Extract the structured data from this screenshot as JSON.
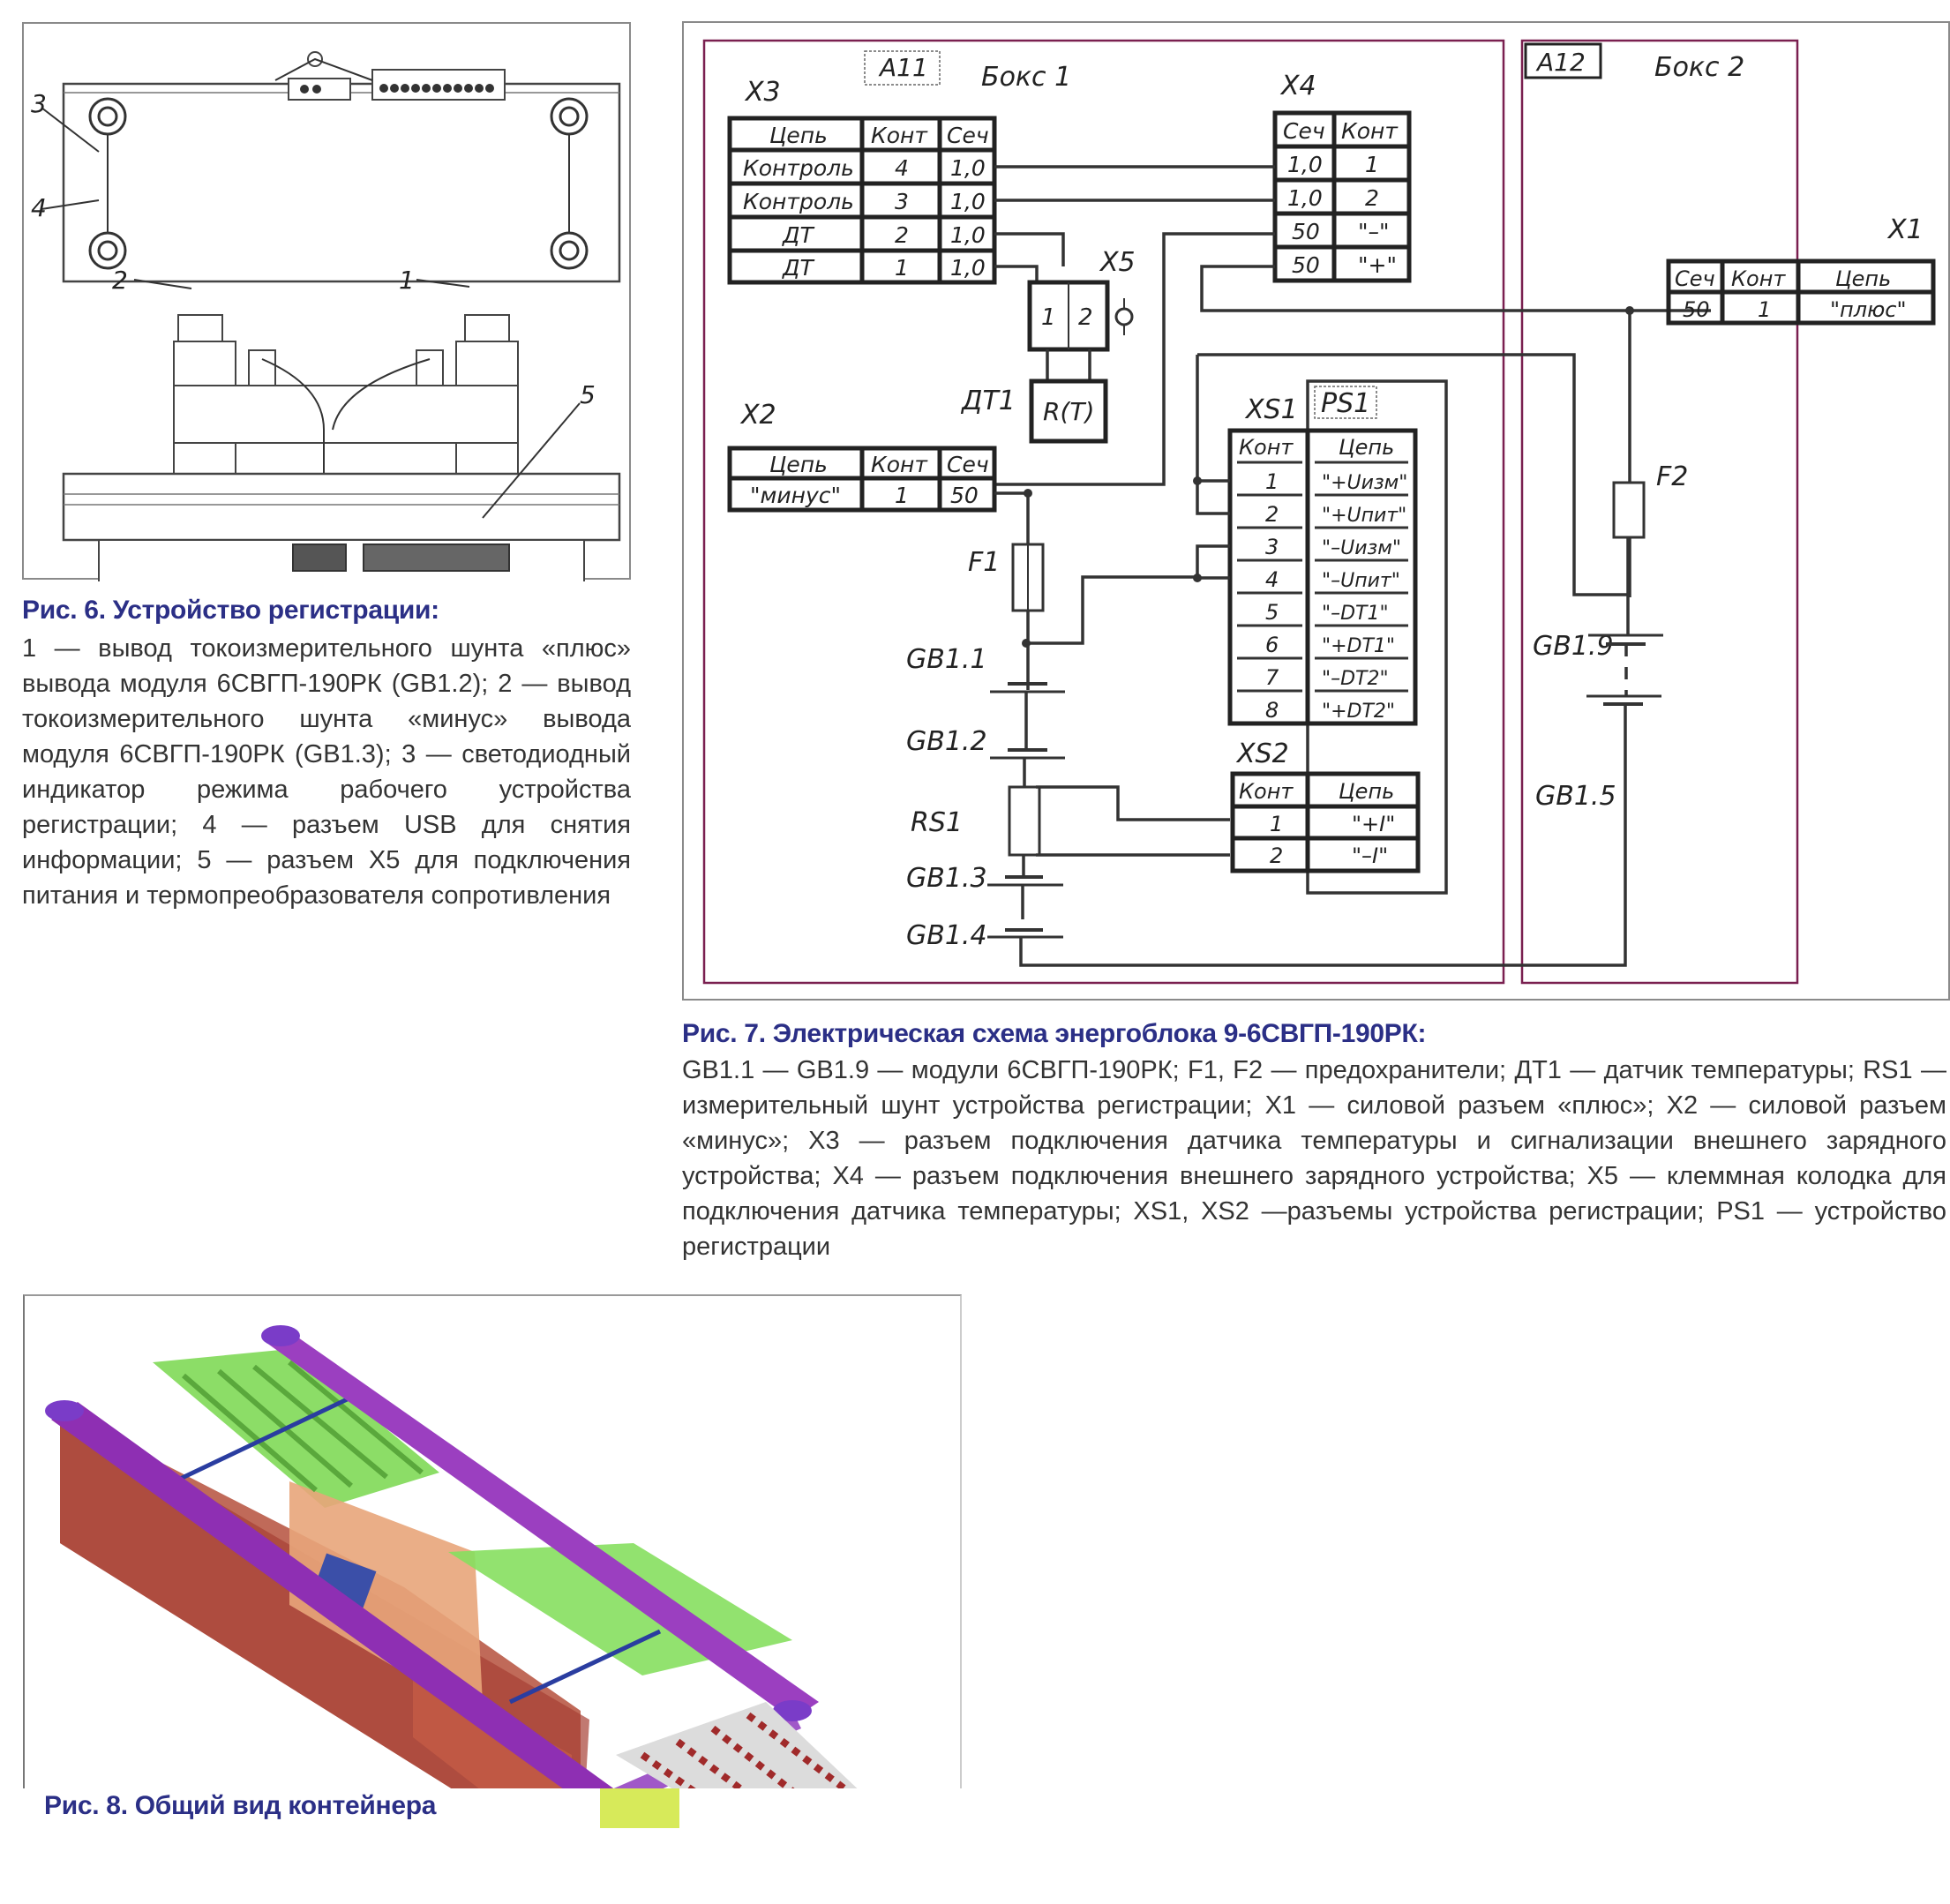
{
  "fig6": {
    "title": "Рис. 6. Устройство регистрации:",
    "body": "1 — вывод токоизмерительного шунта «плюс» вывода модуля 6СВГП-190РК (GB1.2); 2 — вывод токоизмерительного шунта «минус» вывода модуля 6СВГП-190РК (GB1.3); 3 — светодиодный индикатор режима рабочего устройства регистрации; 4 — разъем USB для снятия информации; 5 — разъем X5 для подключения питания и термопреобразователя сопротивления",
    "callouts": [
      "1",
      "2",
      "3",
      "4",
      "5"
    ]
  },
  "fig7": {
    "title": "Рис. 7. Электрическая схема энергоблока 9-6СВГП-190РК:",
    "body": "GB1.1 — GB1.9 — модули 6СВГП-190РК; F1, F2 — предохранители; ДТ1 — датчик температуры; RS1 — измерительный шунт устройства регистрации; X1 — силовой разъем «плюс»; X2 — силовой разъем «минус»; X3 — разъем подключения датчика температуры и сигнализации внешнего зарядного устройства; X4 — разъем подключения внешнего зарядного устройства; X5 — клеммная колодка для подключения датчика температуры; XS1, XS2 —разъемы устройства регистрации; PS1 — устройство регистрации",
    "schematic": {
      "box1": {
        "tag": "A11",
        "label": "Бокс 1"
      },
      "box2": {
        "tag": "A12",
        "label": "Бокс 2"
      },
      "x3": {
        "name": "X3",
        "headers": [
          "Цепь",
          "Конт",
          "Сеч"
        ],
        "rows": [
          [
            "Контроль",
            "4",
            "1,0"
          ],
          [
            "Контроль",
            "3",
            "1,0"
          ],
          [
            "ДТ",
            "2",
            "1,0"
          ],
          [
            "ДТ",
            "1",
            "1,0"
          ]
        ]
      },
      "x4": {
        "name": "X4",
        "headers": [
          "Сеч",
          "Конт"
        ],
        "rows": [
          [
            "1,0",
            "1"
          ],
          [
            "1,0",
            "2"
          ],
          [
            "50",
            "\"–\""
          ],
          [
            "50",
            "\"+\""
          ]
        ]
      },
      "x1": {
        "name": "X1",
        "headers": [
          "Сеч",
          "Конт",
          "Цепь"
        ],
        "rows": [
          [
            "50",
            "1",
            "\"плюс\""
          ]
        ]
      },
      "x2": {
        "name": "X2",
        "headers": [
          "Цепь",
          "Конт",
          "Сеч"
        ],
        "rows": [
          [
            "\"минус\"",
            "1",
            "50"
          ]
        ]
      },
      "x5": {
        "name": "X5",
        "pins": [
          "1",
          "2"
        ]
      },
      "dt1": {
        "name": "ДТ1",
        "value": "R(T)"
      },
      "ps1": "PS1",
      "xs1": {
        "name": "XS1",
        "headers": [
          "Конт",
          "Цепь"
        ],
        "rows": [
          [
            "1",
            "\"+Uизм\""
          ],
          [
            "2",
            "\"+Uпит\""
          ],
          [
            "3",
            "\"–Uизм\""
          ],
          [
            "4",
            "\"–Uпит\""
          ],
          [
            "5",
            "\"–DT1\""
          ],
          [
            "6",
            "\"+DT1\""
          ],
          [
            "7",
            "\"–DT2\""
          ],
          [
            "8",
            "\"+DT2\""
          ]
        ]
      },
      "xs2": {
        "name": "XS2",
        "headers": [
          "Конт",
          "Цепь"
        ],
        "rows": [
          [
            "1",
            "\"+I\""
          ],
          [
            "2",
            "\"–I\""
          ]
        ]
      },
      "labels": {
        "f1": "F1",
        "f2": "F2",
        "rs1": "RS1",
        "gb11": "GB1.1",
        "gb12": "GB1.2",
        "gb13": "GB1.3",
        "gb14": "GB1.4",
        "gb15": "GB1.5",
        "gb19": "GB1.9"
      }
    }
  },
  "fig8": {
    "title": "Рис. 8. Общий вид контейнера"
  }
}
